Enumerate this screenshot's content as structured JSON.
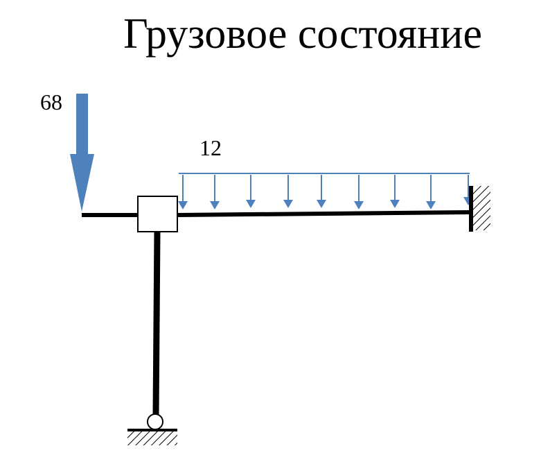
{
  "title": "Грузовое состояние",
  "point_load": {
    "value": "68"
  },
  "distributed_load": {
    "value": "12"
  },
  "colors": {
    "load": "#4f81bd",
    "frame": "#000000"
  }
}
